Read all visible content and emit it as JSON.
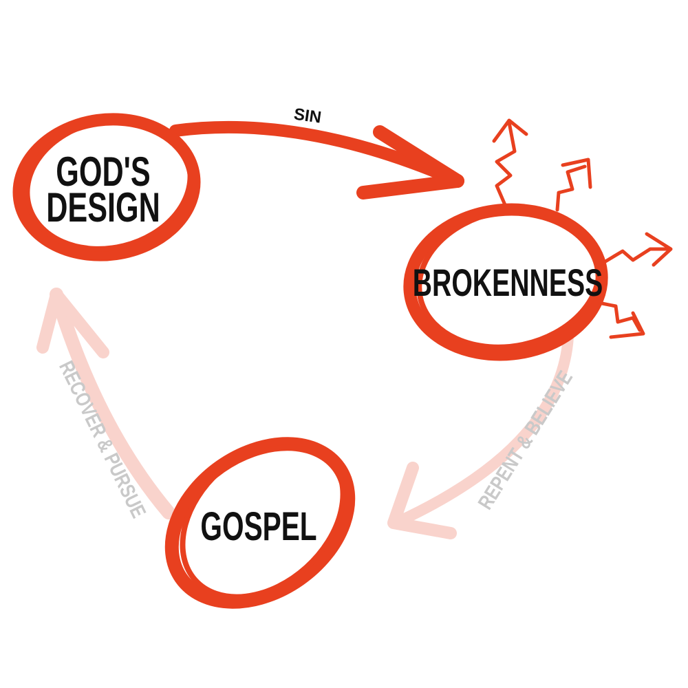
{
  "nodes": {
    "gods_design": {
      "line1": "GOD'S",
      "line2": "DESIGN"
    },
    "brokenness": {
      "label": "BROKENNESS"
    },
    "gospel": {
      "label": "GOSPEL"
    }
  },
  "edges": {
    "sin": {
      "label": "SIN"
    },
    "repent_believe": {
      "label": "REPENT & BELIEVE"
    },
    "recover_pursue": {
      "label": "RECOVER & PURSUE"
    }
  },
  "colors": {
    "primary_red": "#e8401f",
    "faded_red": "#f9d3cc",
    "faded_text": "#c9c9c9",
    "text": "#111111"
  }
}
